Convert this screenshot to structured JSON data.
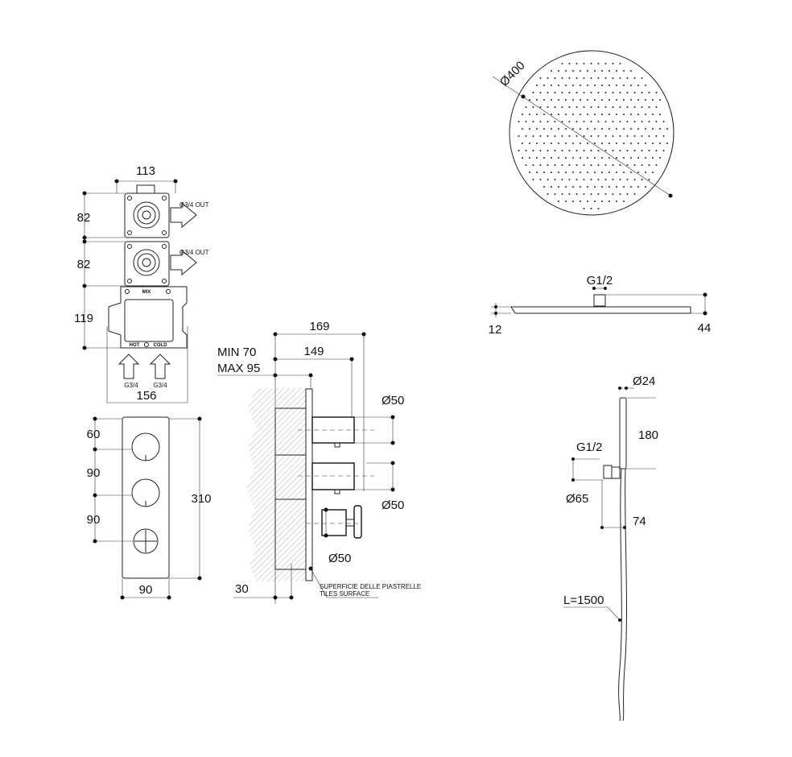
{
  "valve_box": {
    "width_top": "113",
    "module1_height": "82",
    "module2_height": "82",
    "mixer_height": "119",
    "width_bottom": "156",
    "outlet1": "G3/4 OUT",
    "outlet2": "G3/4 OUT",
    "mix": "MIX",
    "hot": "HOT",
    "cold": "COLD",
    "inlet_hot": "G3/4",
    "inlet_cold": "G3/4"
  },
  "faceplate": {
    "d1": "60",
    "d2": "90",
    "d3": "90",
    "height": "310",
    "width": "90"
  },
  "section": {
    "min": "MIN 70",
    "max": "MAX 95",
    "depth_total": "169",
    "depth_knob": "149",
    "knob1_dia": "Ø50",
    "knob2_dia": "Ø50",
    "knob3_dia": "Ø50",
    "plate": "30",
    "surface_it": "SUPERFICIE DELLE PIASTRELLE",
    "surface_en": "TILES SURFACE"
  },
  "shower_head": {
    "diameter": "Ø400",
    "thread": "G1/2",
    "thickness": "12",
    "height": "44"
  },
  "hand_shower": {
    "diameter": "Ø24",
    "length_handle": "180",
    "thread": "G1/2",
    "bracket_dia": "Ø65",
    "projection": "74",
    "hose": "L=1500"
  }
}
